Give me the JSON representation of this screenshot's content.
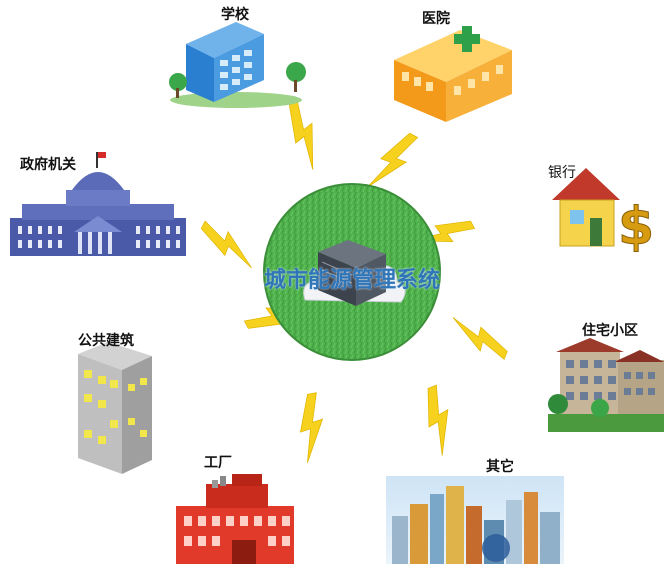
{
  "center": {
    "label": "城市能源管理系统"
  },
  "nodes": {
    "school": "学校",
    "hospital": "医院",
    "bank": "银行",
    "government": "政府机关",
    "residential": "住宅小区",
    "public_building": "公共建筑",
    "factory": "工厂",
    "other": "其它"
  },
  "colors": {
    "hub_green": "#4fb24c",
    "lightning_yellow": "#f6d21e",
    "school_blue": "#2a7fd1",
    "hospital_orange": "#f49a1a",
    "factory_red": "#e23a2a",
    "gov_blue": "#4a5aa8"
  }
}
